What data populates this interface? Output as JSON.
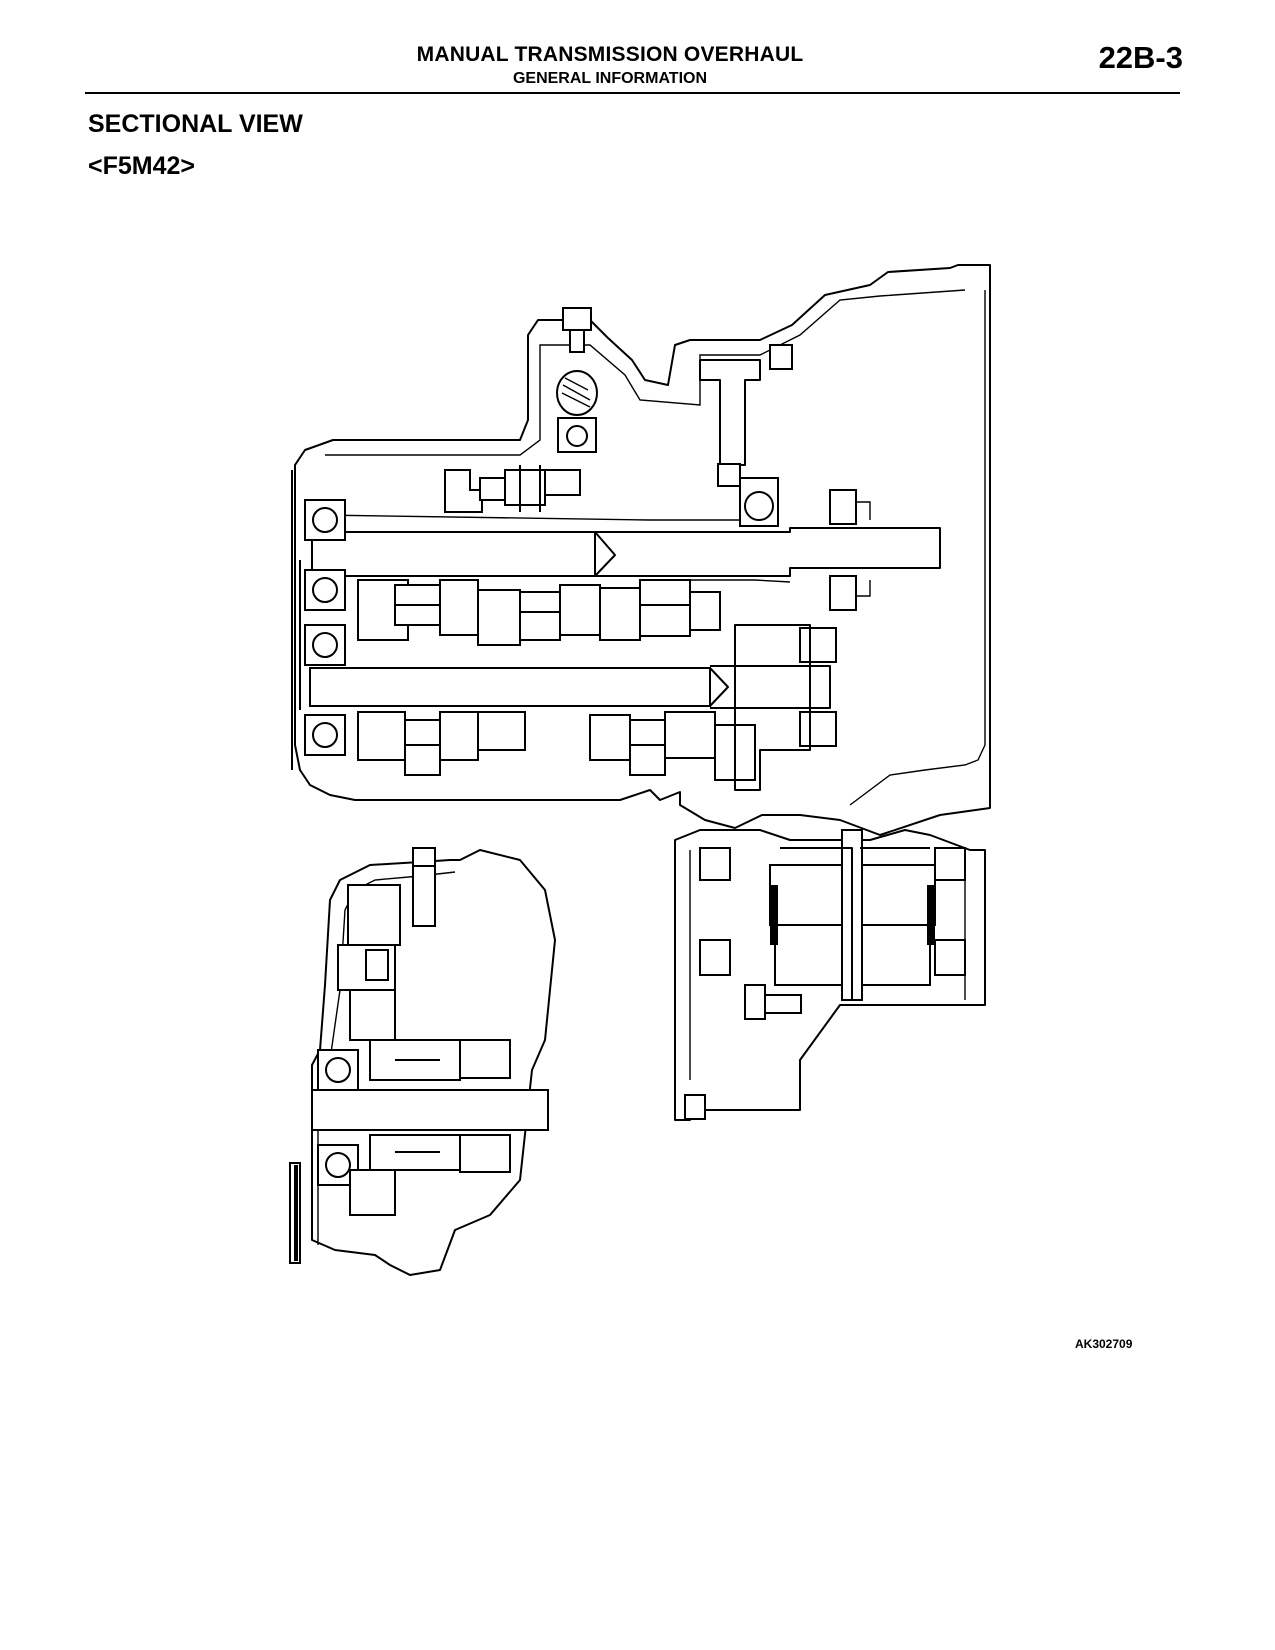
{
  "header": {
    "title": "MANUAL TRANSMISSION OVERHAUL",
    "subtitle": "GENERAL INFORMATION",
    "page_number": "22B-3"
  },
  "section": {
    "title": "SECTIONAL VIEW",
    "model_code": "<F5M42>"
  },
  "figure": {
    "id": "AK302709",
    "kind": "transmission-sectional-drawing"
  }
}
